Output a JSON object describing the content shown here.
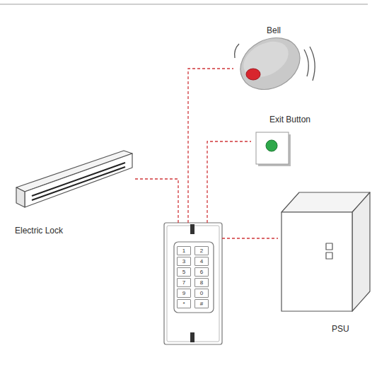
{
  "diagram": {
    "nodes": [
      {
        "text": [
          "Bell"
        ]
      },
      {
        "text": [
          "Exit Button"
        ]
      },
      {
        "text": [
          "Electric Lock"
        ]
      },
      {
        "text": []
      },
      {
        "text": [
          "1"
        ],
        "in": 3
      },
      {
        "text": [
          "2"
        ],
        "in": 3
      },
      {
        "text": [
          "3"
        ],
        "in": 3
      },
      {
        "text": [
          "4"
        ],
        "in": 3
      },
      {
        "text": [
          "5"
        ],
        "in": 3
      },
      {
        "text": [
          "6"
        ],
        "in": 3
      },
      {
        "text": [
          "7"
        ],
        "in": 3
      },
      {
        "text": [
          "8"
        ],
        "in": 3
      },
      {
        "text": [
          "9"
        ],
        "in": 3
      },
      {
        "text": [
          "0"
        ],
        "in": 3
      },
      {
        "text": [
          "*"
        ],
        "in": 3
      },
      {
        "text": [
          "#"
        ],
        "in": 3
      },
      {
        "text": [
          "PSU"
        ]
      }
    ],
    "edges": [
      {
        "from": 3,
        "to": 0,
        "arrow": "none"
      },
      {
        "from": 3,
        "to": 1,
        "arrow": "none"
      },
      {
        "from": 3,
        "to": 2,
        "arrow": "none"
      },
      {
        "from": 3,
        "to": 16,
        "arrow": "none"
      }
    ]
  }
}
